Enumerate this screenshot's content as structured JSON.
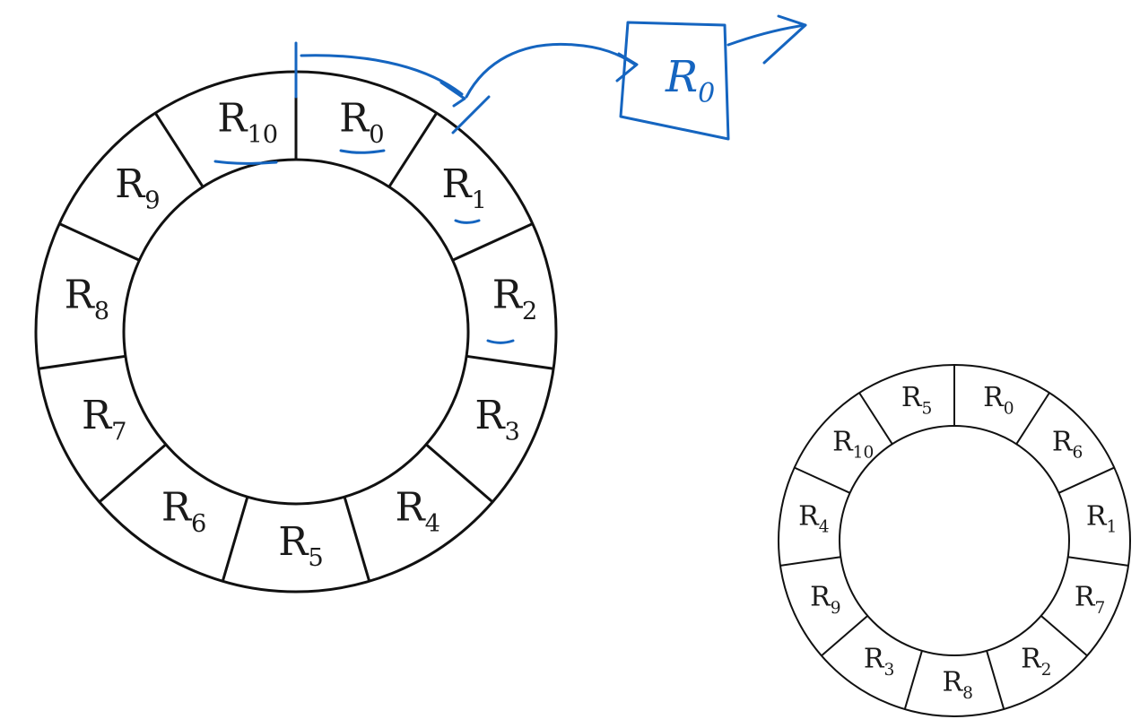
{
  "large_ring": {
    "registers": [
      {
        "name": "R",
        "index": "0"
      },
      {
        "name": "R",
        "index": "1"
      },
      {
        "name": "R",
        "index": "2"
      },
      {
        "name": "R",
        "index": "3"
      },
      {
        "name": "R",
        "index": "4"
      },
      {
        "name": "R",
        "index": "5"
      },
      {
        "name": "R",
        "index": "6"
      },
      {
        "name": "R",
        "index": "7"
      },
      {
        "name": "R",
        "index": "8"
      },
      {
        "name": "R",
        "index": "9"
      },
      {
        "name": "R",
        "index": "10"
      }
    ]
  },
  "small_ring": {
    "registers": [
      {
        "name": "R",
        "index": "0"
      },
      {
        "name": "R",
        "index": "6"
      },
      {
        "name": "R",
        "index": "1"
      },
      {
        "name": "R",
        "index": "7"
      },
      {
        "name": "R",
        "index": "2"
      },
      {
        "name": "R",
        "index": "8"
      },
      {
        "name": "R",
        "index": "3"
      },
      {
        "name": "R",
        "index": "9"
      },
      {
        "name": "R",
        "index": "4"
      },
      {
        "name": "R",
        "index": "10"
      },
      {
        "name": "R",
        "index": "5"
      }
    ]
  },
  "annotation": {
    "box_label_name": "R",
    "box_label_index": "0",
    "color": "#1565c0"
  }
}
